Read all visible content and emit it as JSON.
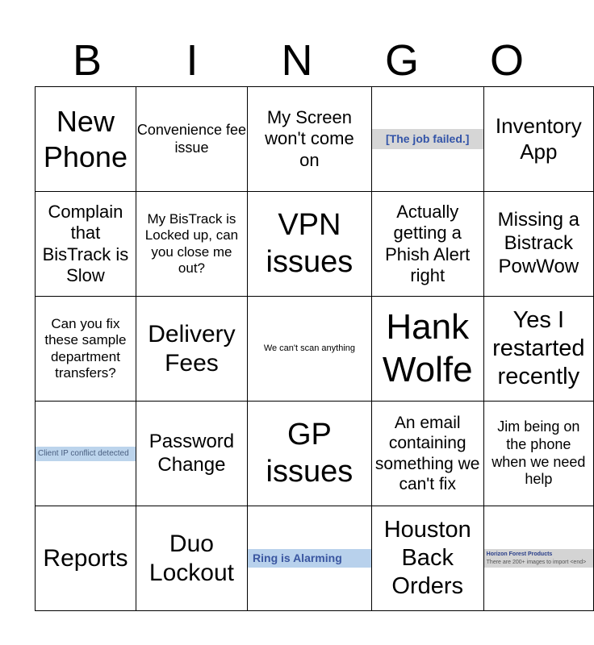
{
  "header": [
    "B",
    "I",
    "N",
    "G",
    "O"
  ],
  "cells": [
    [
      "New Phone",
      "Convenience fee issue",
      "My Screen won't come on",
      "[The job failed.]",
      "Inventory App"
    ],
    [
      "Complain that BisTrack is Slow",
      "My BisTrack is Locked up, can you close me out?",
      "VPN issues",
      "Actually getting a Phish Alert right",
      "Missing a Bistrack PowWow"
    ],
    [
      "Can you fix these sample department transfers?",
      "Delivery Fees",
      "We can't scan anything",
      "Hank Wolfe",
      "Yes I restarted recently"
    ],
    [
      "Client IP conflict detected",
      "Password Change",
      "GP issues",
      "An email containing something we can't fix",
      "Jim being on the phone when we need help"
    ],
    [
      "Reports",
      "Duo Lockout",
      "Ring is Alarming",
      "Houston Back Orders",
      ""
    ]
  ],
  "hfp_cell": {
    "title": "Horizon Forest Products",
    "line": "There are 200+ images to import <end>"
  }
}
